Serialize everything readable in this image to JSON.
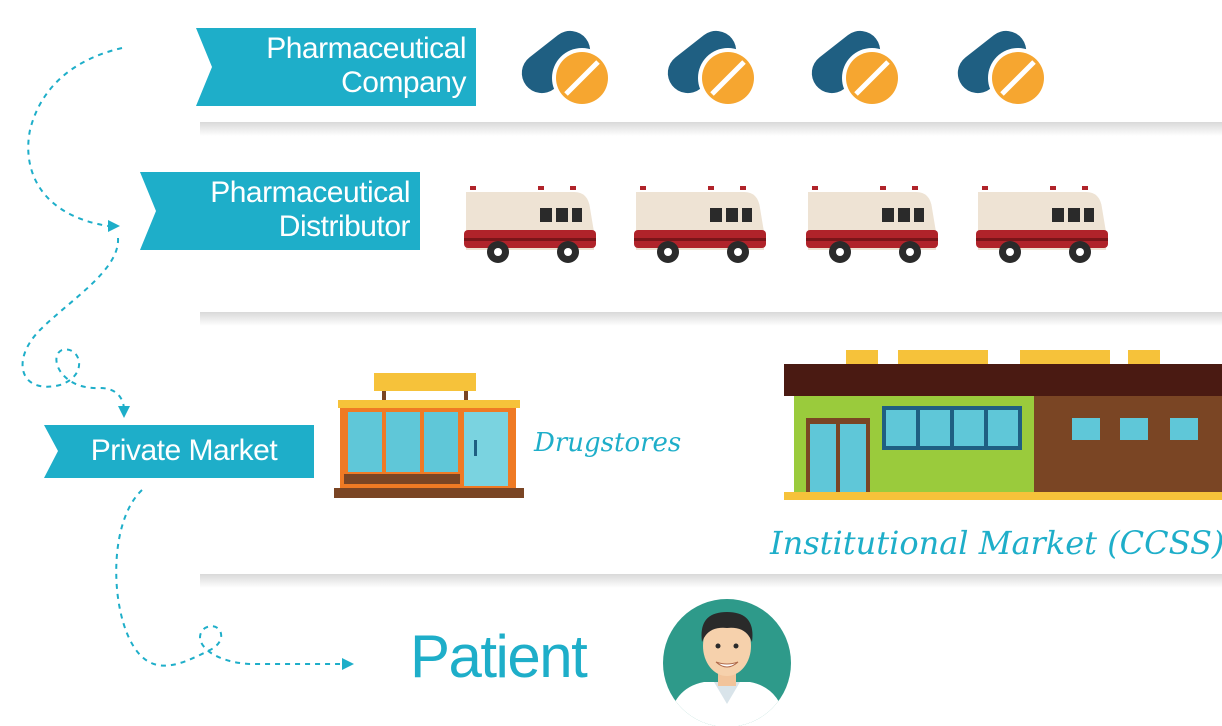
{
  "stages": {
    "company": {
      "label_line1": "Pharmaceutical",
      "label_line2": "Company"
    },
    "distributor": {
      "label_line1": "Pharmaceutical",
      "label_line2": "Distributor"
    },
    "private_market": {
      "label": "Private Market",
      "drugstores": "Drugstores"
    },
    "institutional": {
      "label": "Institutional Market (CCSS)"
    },
    "patient": {
      "label": "Patient"
    }
  },
  "icons": {
    "pill": "pill-icon",
    "truck": "ambulance-truck-icon",
    "drugstore": "drugstore-building-icon",
    "hospital": "hospital-building-icon",
    "patient": "doctor-avatar-icon"
  },
  "colors": {
    "banner": "#1eaec9",
    "capsule_dark": "#1f5f82",
    "pill_orange": "#f6a630",
    "truck_red": "#b0232a",
    "truck_body": "#eee3d4",
    "store_orange": "#ef7a24",
    "store_glass": "#5fc7d8",
    "hospital_green": "#9acb3c",
    "hospital_brown": "#7a4524",
    "avatar_bg": "#2e9a8a"
  }
}
